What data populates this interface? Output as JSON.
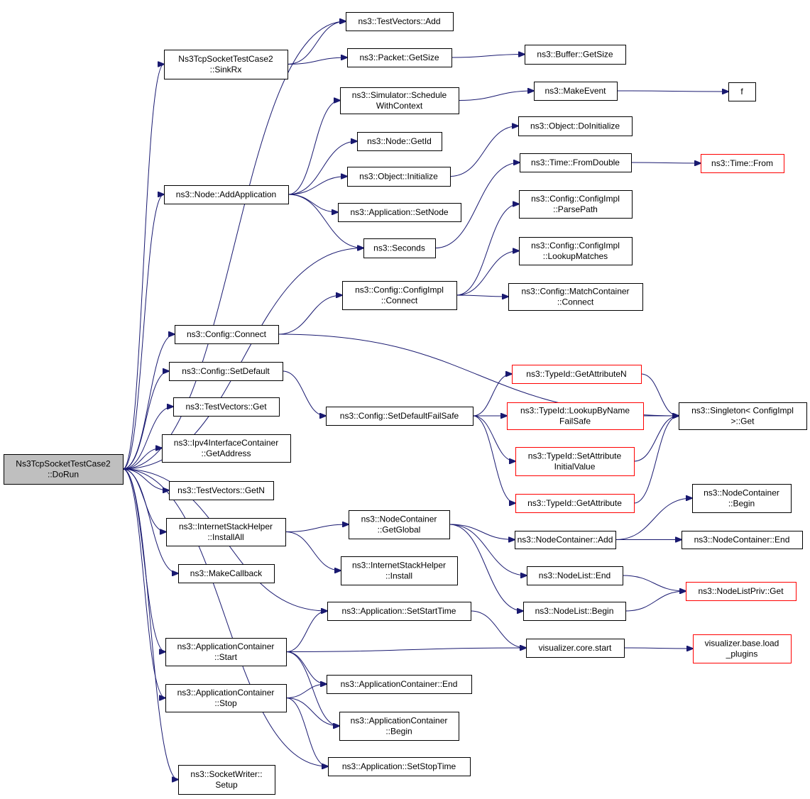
{
  "colors": {
    "edge": "#191970",
    "node_border": "#000000",
    "node_border_truncated": "#ff0000",
    "node_fill": "#ffffff",
    "root_fill": "#bfbfbf"
  },
  "nodes": [
    {
      "id": "dorun",
      "lines": [
        "Ns3TcpSocketTestCase2",
        "::DoRun"
      ],
      "style": "root"
    },
    {
      "id": "testvectors_add",
      "lines": [
        "ns3::TestVectors::Add"
      ],
      "style": "normal"
    },
    {
      "id": "sinkrx",
      "lines": [
        "Ns3TcpSocketTestCase2",
        "::SinkRx"
      ],
      "style": "normal"
    },
    {
      "id": "packet_getsize",
      "lines": [
        "ns3::Packet::GetSize"
      ],
      "style": "normal"
    },
    {
      "id": "buffer_getsize",
      "lines": [
        "ns3::Buffer::GetSize"
      ],
      "style": "normal"
    },
    {
      "id": "sim_schedule",
      "lines": [
        "ns3::Simulator::Schedule",
        "WithContext"
      ],
      "style": "normal"
    },
    {
      "id": "makeevent",
      "lines": [
        "ns3::MakeEvent"
      ],
      "style": "normal"
    },
    {
      "id": "f",
      "lines": [
        "f"
      ],
      "style": "normal"
    },
    {
      "id": "node_getid",
      "lines": [
        "ns3::Node::GetId"
      ],
      "style": "normal"
    },
    {
      "id": "object_doinit",
      "lines": [
        "ns3::Object::DoInitialize"
      ],
      "style": "normal"
    },
    {
      "id": "object_init",
      "lines": [
        "ns3::Object::Initialize"
      ],
      "style": "normal"
    },
    {
      "id": "node_addapp",
      "lines": [
        "ns3::Node::AddApplication"
      ],
      "style": "normal"
    },
    {
      "id": "time_fromdouble",
      "lines": [
        "ns3::Time::FromDouble"
      ],
      "style": "normal"
    },
    {
      "id": "time_from",
      "lines": [
        "ns3::Time::From"
      ],
      "style": "truncated"
    },
    {
      "id": "app_setnode",
      "lines": [
        "ns3::Application::SetNode"
      ],
      "style": "normal"
    },
    {
      "id": "cfgimpl_parsepath",
      "lines": [
        "ns3::Config::ConfigImpl",
        "::ParsePath"
      ],
      "style": "normal"
    },
    {
      "id": "seconds",
      "lines": [
        "ns3::Seconds"
      ],
      "style": "normal"
    },
    {
      "id": "cfgimpl_lookup",
      "lines": [
        "ns3::Config::ConfigImpl",
        "::LookupMatches"
      ],
      "style": "normal"
    },
    {
      "id": "cfgimpl_connect",
      "lines": [
        "ns3::Config::ConfigImpl",
        "::Connect"
      ],
      "style": "normal"
    },
    {
      "id": "matchcontainer_connect",
      "lines": [
        "ns3::Config::MatchContainer",
        "::Connect"
      ],
      "style": "normal"
    },
    {
      "id": "config_connect",
      "lines": [
        "ns3::Config::Connect"
      ],
      "style": "normal"
    },
    {
      "id": "config_setdefault",
      "lines": [
        "ns3::Config::SetDefault"
      ],
      "style": "normal"
    },
    {
      "id": "typeid_getattrn",
      "lines": [
        "ns3::TypeId::GetAttributeN"
      ],
      "style": "truncated"
    },
    {
      "id": "testvectors_get",
      "lines": [
        "ns3::TestVectors::Get"
      ],
      "style": "normal"
    },
    {
      "id": "setdefaultfailsafe",
      "lines": [
        "ns3::Config::SetDefaultFailSafe"
      ],
      "style": "normal"
    },
    {
      "id": "typeid_lookupbyname",
      "lines": [
        "ns3::TypeId::LookupByName",
        "FailSafe"
      ],
      "style": "truncated"
    },
    {
      "id": "singleton_get",
      "lines": [
        "ns3::Singleton< ConfigImpl",
        " >::Get"
      ],
      "style": "normal"
    },
    {
      "id": "ipv4_getaddress",
      "lines": [
        "ns3::Ipv4InterfaceContainer",
        "::GetAddress"
      ],
      "style": "normal"
    },
    {
      "id": "typeid_setattrinit",
      "lines": [
        "ns3::TypeId::SetAttribute",
        "InitialValue"
      ],
      "style": "truncated"
    },
    {
      "id": "testvectors_getn",
      "lines": [
        "ns3::TestVectors::GetN"
      ],
      "style": "normal"
    },
    {
      "id": "typeid_getattr",
      "lines": [
        "ns3::TypeId::GetAttribute"
      ],
      "style": "truncated"
    },
    {
      "id": "nodecontainer_begin",
      "lines": [
        "ns3::NodeContainer",
        "::Begin"
      ],
      "style": "normal"
    },
    {
      "id": "ish_installall",
      "lines": [
        "ns3::InternetStackHelper",
        "::InstallAll"
      ],
      "style": "normal"
    },
    {
      "id": "nodecontainer_getglobal",
      "lines": [
        "ns3::NodeContainer",
        "::GetGlobal"
      ],
      "style": "normal"
    },
    {
      "id": "nodecontainer_add",
      "lines": [
        "ns3::NodeContainer::Add"
      ],
      "style": "normal"
    },
    {
      "id": "nodecontainer_end",
      "lines": [
        "ns3::NodeContainer::End"
      ],
      "style": "normal"
    },
    {
      "id": "ish_install",
      "lines": [
        "ns3::InternetStackHelper",
        "::Install"
      ],
      "style": "normal"
    },
    {
      "id": "makecallback",
      "lines": [
        "ns3::MakeCallback"
      ],
      "style": "normal"
    },
    {
      "id": "nodelist_end",
      "lines": [
        "ns3::NodeList::End"
      ],
      "style": "normal"
    },
    {
      "id": "nodelistpriv_get",
      "lines": [
        "ns3::NodeListPriv::Get"
      ],
      "style": "truncated"
    },
    {
      "id": "nodelist_begin",
      "lines": [
        "ns3::NodeList::Begin"
      ],
      "style": "normal"
    },
    {
      "id": "app_setstarttime",
      "lines": [
        "ns3::Application::SetStartTime"
      ],
      "style": "normal"
    },
    {
      "id": "appcontainer_start",
      "lines": [
        "ns3::ApplicationContainer",
        "::Start"
      ],
      "style": "normal"
    },
    {
      "id": "viz_core_start",
      "lines": [
        "visualizer.core.start"
      ],
      "style": "normal"
    },
    {
      "id": "viz_base_load",
      "lines": [
        "visualizer.base.load",
        "_plugins"
      ],
      "style": "truncated"
    },
    {
      "id": "appcontainer_end",
      "lines": [
        "ns3::ApplicationContainer::End"
      ],
      "style": "normal"
    },
    {
      "id": "appcontainer_stop",
      "lines": [
        "ns3::ApplicationContainer",
        "::Stop"
      ],
      "style": "normal"
    },
    {
      "id": "appcontainer_begin",
      "lines": [
        "ns3::ApplicationContainer",
        "::Begin"
      ],
      "style": "normal"
    },
    {
      "id": "app_setstoptime",
      "lines": [
        "ns3::Application::SetStopTime"
      ],
      "style": "normal"
    },
    {
      "id": "socketwriter_setup",
      "lines": [
        "ns3::SocketWriter::",
        "Setup"
      ],
      "style": "normal"
    }
  ],
  "edges": [
    [
      "dorun",
      "testvectors_add"
    ],
    [
      "dorun",
      "sinkrx"
    ],
    [
      "dorun",
      "node_addapp"
    ],
    [
      "dorun",
      "seconds"
    ],
    [
      "dorun",
      "config_connect"
    ],
    [
      "dorun",
      "config_setdefault"
    ],
    [
      "dorun",
      "testvectors_get"
    ],
    [
      "dorun",
      "ipv4_getaddress"
    ],
    [
      "dorun",
      "testvectors_getn"
    ],
    [
      "dorun",
      "ish_installall"
    ],
    [
      "dorun",
      "makecallback"
    ],
    [
      "dorun",
      "app_setstarttime"
    ],
    [
      "dorun",
      "appcontainer_start"
    ],
    [
      "dorun",
      "appcontainer_stop"
    ],
    [
      "dorun",
      "app_setstoptime"
    ],
    [
      "dorun",
      "socketwriter_setup"
    ],
    [
      "sinkrx",
      "testvectors_add"
    ],
    [
      "sinkrx",
      "packet_getsize"
    ],
    [
      "packet_getsize",
      "buffer_getsize"
    ],
    [
      "sim_schedule",
      "makeevent"
    ],
    [
      "makeevent",
      "f"
    ],
    [
      "node_addapp",
      "sim_schedule"
    ],
    [
      "node_addapp",
      "node_getid"
    ],
    [
      "node_addapp",
      "object_init"
    ],
    [
      "node_addapp",
      "app_setnode"
    ],
    [
      "node_addapp",
      "seconds"
    ],
    [
      "object_init",
      "object_doinit"
    ],
    [
      "seconds",
      "time_fromdouble"
    ],
    [
      "time_fromdouble",
      "time_from"
    ],
    [
      "config_connect",
      "cfgimpl_connect"
    ],
    [
      "config_connect",
      "singleton_get"
    ],
    [
      "cfgimpl_connect",
      "cfgimpl_parsepath"
    ],
    [
      "cfgimpl_connect",
      "cfgimpl_lookup"
    ],
    [
      "cfgimpl_connect",
      "matchcontainer_connect"
    ],
    [
      "config_setdefault",
      "setdefaultfailsafe"
    ],
    [
      "setdefaultfailsafe",
      "typeid_getattrn"
    ],
    [
      "setdefaultfailsafe",
      "typeid_lookupbyname"
    ],
    [
      "setdefaultfailsafe",
      "typeid_setattrinit"
    ],
    [
      "setdefaultfailsafe",
      "typeid_getattr"
    ],
    [
      "typeid_getattrn",
      "singleton_get"
    ],
    [
      "typeid_lookupbyname",
      "singleton_get"
    ],
    [
      "typeid_setattrinit",
      "singleton_get"
    ],
    [
      "typeid_getattr",
      "singleton_get"
    ],
    [
      "ish_installall",
      "nodecontainer_getglobal"
    ],
    [
      "ish_installall",
      "ish_install"
    ],
    [
      "nodecontainer_getglobal",
      "nodecontainer_add"
    ],
    [
      "nodecontainer_getglobal",
      "nodelist_end"
    ],
    [
      "nodecontainer_getglobal",
      "nodelist_begin"
    ],
    [
      "nodecontainer_add",
      "nodecontainer_begin"
    ],
    [
      "nodecontainer_add",
      "nodecontainer_end"
    ],
    [
      "nodelist_end",
      "nodelistpriv_get"
    ],
    [
      "nodelist_begin",
      "nodelistpriv_get"
    ],
    [
      "app_setstarttime",
      "viz_core_start"
    ],
    [
      "viz_core_start",
      "viz_base_load"
    ],
    [
      "appcontainer_start",
      "app_setstarttime"
    ],
    [
      "appcontainer_start",
      "viz_core_start"
    ],
    [
      "appcontainer_start",
      "appcontainer_end"
    ],
    [
      "appcontainer_start",
      "appcontainer_begin"
    ],
    [
      "appcontainer_stop",
      "appcontainer_end"
    ],
    [
      "appcontainer_stop",
      "appcontainer_begin"
    ],
    [
      "appcontainer_stop",
      "app_setstoptime"
    ]
  ]
}
